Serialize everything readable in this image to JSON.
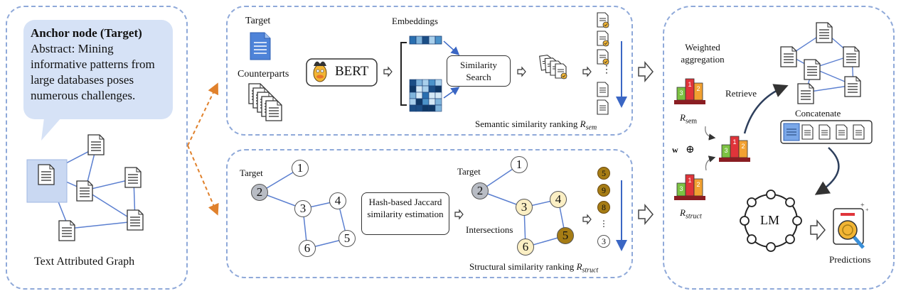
{
  "left_panel": {
    "bubble_title": "Anchor node (Target)",
    "bubble_body": "Abstract: Mining informative patterns from large databases poses numerous challenges.",
    "caption": "Text Attributed Graph"
  },
  "semantic_panel": {
    "target_label": "Target",
    "counterparts_label": "Counterparts",
    "bert_label": "BERT",
    "embeddings_label": "Embeddings",
    "similarity_search_label": "Similarity Search",
    "ranking_caption": "Semantic similarity ranking",
    "ranking_symbol": "R",
    "ranking_subscript": "sem",
    "ellipsis": "⋮"
  },
  "structural_panel": {
    "target_label_left": "Target",
    "target_label_right": "Target",
    "hash_box_label": "Hash-based Jaccard similarity estimation",
    "intersections_label": "Intersections",
    "left_nodes": [
      "1",
      "2",
      "3",
      "4",
      "5",
      "6"
    ],
    "right_nodes": [
      "1",
      "2",
      "3",
      "4",
      "5",
      "6"
    ],
    "ranking_list": [
      "5",
      "9",
      "8",
      "⋮",
      "3"
    ],
    "ranking_caption": "Structural similarity ranking",
    "ranking_symbol": "R",
    "ranking_subscript": "struct"
  },
  "right_panel": {
    "weighted_aggregation": "Weighted aggregation",
    "r_sem_symbol": "R",
    "r_sem_subscript": "sem",
    "w_label": "w",
    "oplus": "⊕",
    "r_struct_symbol": "R",
    "r_struct_subscript": "struct",
    "retrieve_label": "Retrieve",
    "concatenate_label": "Concatenate",
    "lm_label": "LM",
    "predictions_label": "Predictions",
    "podium_labels": [
      "3",
      "1",
      "2"
    ]
  },
  "colors": {
    "panel_border": "#8fa9d9",
    "bubble_fill": "#d6e2f6",
    "orange_arrow": "#e0812c",
    "node_gold": "#a67c14",
    "node_pale": "#fbefc4",
    "node_gray": "#b8bcc4",
    "podium_red": "#e0343a",
    "podium_green": "#7cc242",
    "podium_orange": "#f2a131"
  }
}
